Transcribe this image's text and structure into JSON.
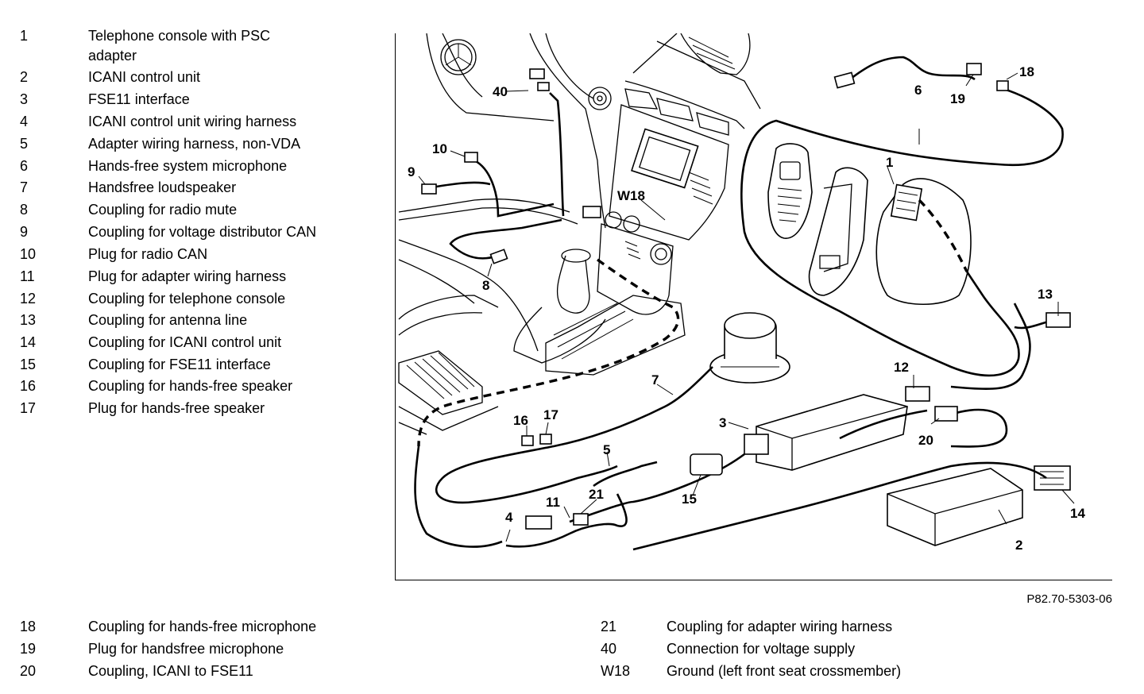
{
  "legend_top": [
    {
      "num": "1",
      "desc": "Telephone console with PSC",
      "desc2": "adapter"
    },
    {
      "num": "2",
      "desc": "ICANI control unit"
    },
    {
      "num": "3",
      "desc": "FSE11 interface"
    },
    {
      "num": "4",
      "desc": "ICANI control unit wiring harness"
    },
    {
      "num": "5",
      "desc": "Adapter wiring harness, non-VDA"
    },
    {
      "num": "6",
      "desc": "Hands-free system microphone"
    },
    {
      "num": "7",
      "desc": "Handsfree loudspeaker"
    },
    {
      "num": "8",
      "desc": "Coupling for radio mute"
    },
    {
      "num": "9",
      "desc": "Coupling for voltage distributor CAN"
    },
    {
      "num": "10",
      "desc": "Plug for radio CAN"
    },
    {
      "num": "11",
      "desc": "Plug for adapter wiring harness"
    },
    {
      "num": "12",
      "desc": "Coupling for telephone console"
    },
    {
      "num": "13",
      "desc": "Coupling for antenna line"
    },
    {
      "num": "14",
      "desc": "Coupling for ICANI control unit"
    },
    {
      "num": "15",
      "desc": "Coupling for FSE11 interface"
    },
    {
      "num": "16",
      "desc": "Coupling for hands-free speaker"
    },
    {
      "num": "17",
      "desc": "Plug for hands-free speaker"
    }
  ],
  "legend_bottom_left": [
    {
      "num": "18",
      "desc": "Coupling for hands-free microphone"
    },
    {
      "num": "19",
      "desc": "Plug for handsfree microphone"
    },
    {
      "num": "20",
      "desc": "Coupling, ICANI to FSE11"
    }
  ],
  "legend_bottom_right": [
    {
      "num": "21",
      "desc": "Coupling for adapter wiring harness"
    },
    {
      "num": "40",
      "desc": "Connection for voltage supply"
    },
    {
      "num": "W18",
      "desc": "Ground (left front seat crossmember)"
    }
  ],
  "figure_ref": "P82.70-5303-06",
  "callouts": {
    "c1": "1",
    "c2": "2",
    "c3": "3",
    "c4": "4",
    "c5": "5",
    "c6": "6",
    "c7": "7",
    "c8": "8",
    "c9": "9",
    "c10": "10",
    "c11": "11",
    "c12": "12",
    "c13": "13",
    "c14": "14",
    "c15": "15",
    "c16": "16",
    "c17": "17",
    "c18": "18",
    "c19": "19",
    "c20": "20",
    "c21": "21",
    "c40": "40",
    "cW18": "W18"
  }
}
